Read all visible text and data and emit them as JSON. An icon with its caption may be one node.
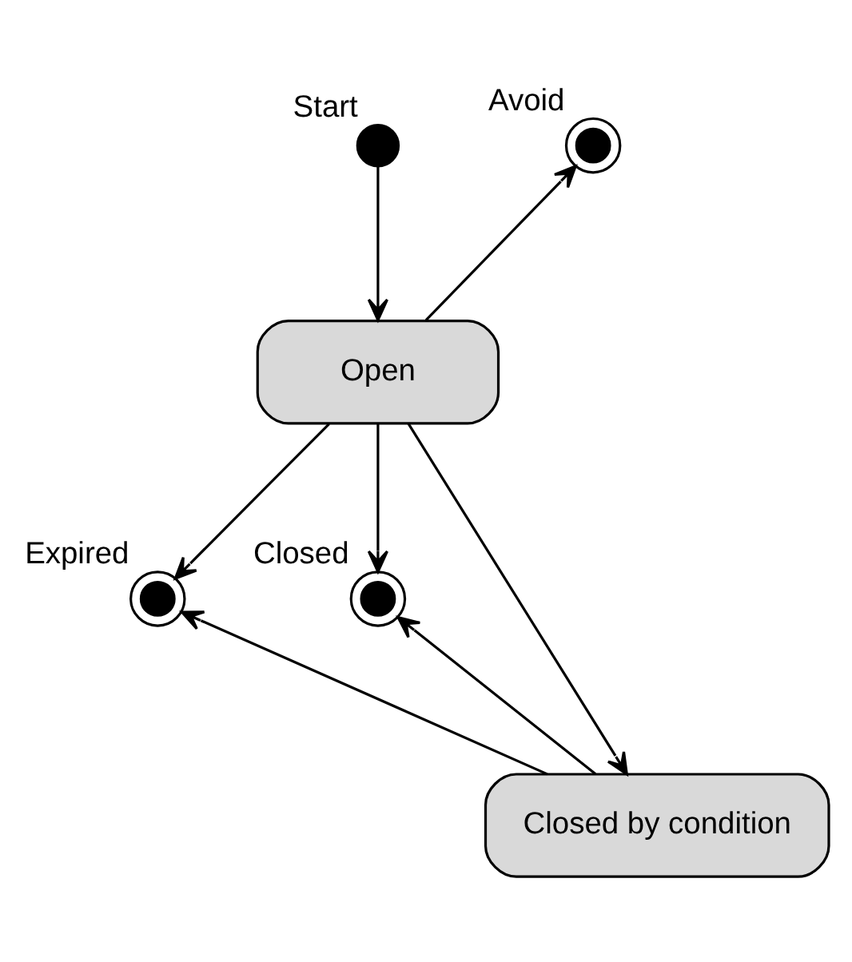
{
  "diagram": {
    "nodes": [
      {
        "text": [],
        "shape": "circle",
        "beside": [
          "Start"
        ]
      },
      {
        "text": [],
        "shape": "bullseye",
        "beside": [
          "Avoid"
        ]
      },
      {
        "text": [
          "Open"
        ]
      },
      {
        "text": [],
        "shape": "bullseye",
        "beside": [
          "Expired"
        ]
      },
      {
        "text": [],
        "shape": "bullseye",
        "beside": [
          "Closed"
        ]
      },
      {
        "text": [
          "Closed by condition"
        ]
      }
    ],
    "edges": [
      {
        "from": 0,
        "to": 2,
        "arrow": "to"
      },
      {
        "from": 2,
        "to": 1,
        "arrow": "to"
      },
      {
        "from": 2,
        "to": 3,
        "arrow": "to"
      },
      {
        "from": 2,
        "to": 4,
        "arrow": "to"
      },
      {
        "from": 2,
        "to": 5,
        "arrow": "to"
      },
      {
        "from": 5,
        "to": 3,
        "arrow": "to"
      },
      {
        "from": 5,
        "to": 4,
        "arrow": "to"
      }
    ]
  }
}
